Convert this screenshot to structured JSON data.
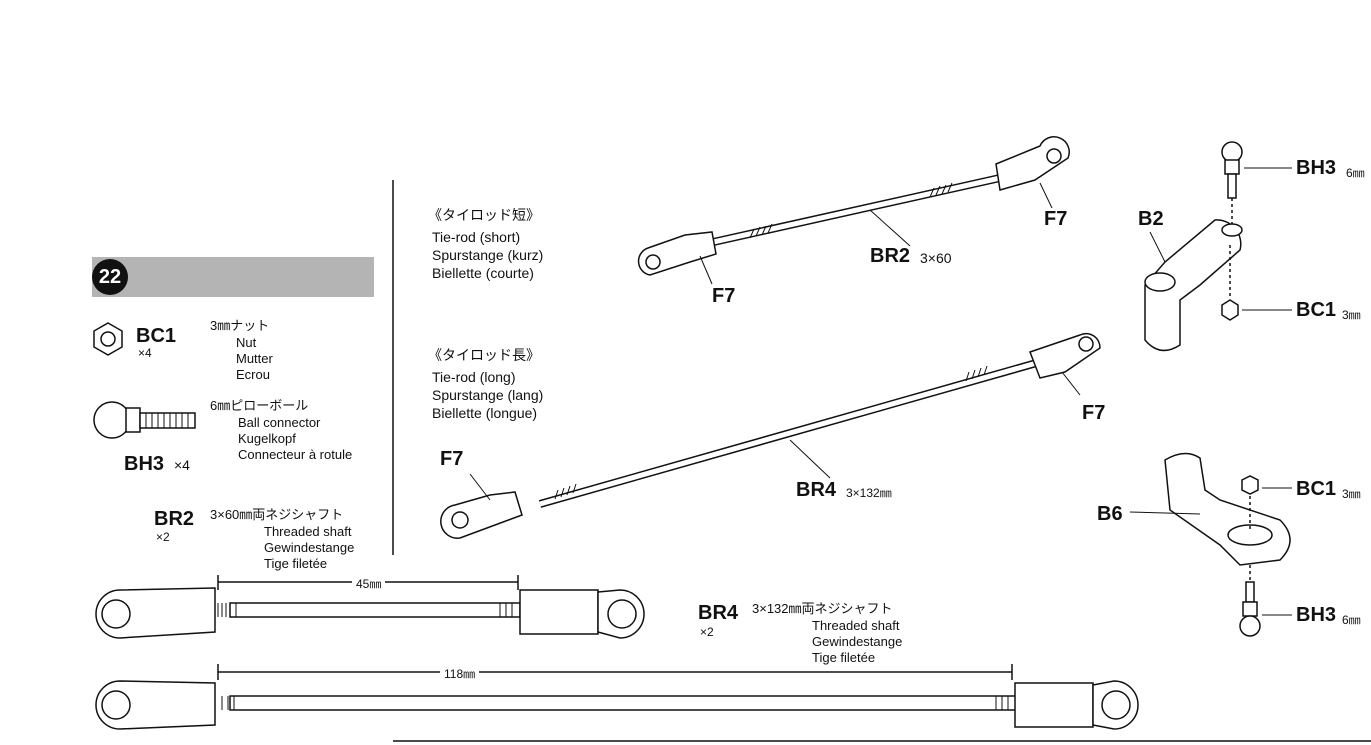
{
  "step": {
    "number": "22"
  },
  "parts": {
    "bc1": {
      "code": "BC1",
      "qty": "×4",
      "jp": "3㎜ナット",
      "en": "Nut",
      "de": "Mutter",
      "fr": "Ecrou"
    },
    "bh3": {
      "code": "BH3",
      "qty": "×4",
      "jp": "6㎜ピローボール",
      "en": "Ball connector",
      "de": "Kugelkopf",
      "fr": "Connecteur à rotule"
    },
    "br2": {
      "code": "BR2",
      "qty": "×2",
      "jp": "3×60㎜両ネジシャフト",
      "en": "Threaded shaft",
      "de": "Gewindestange",
      "fr": "Tige filetée",
      "dim": "45㎜"
    },
    "br4": {
      "code": "BR4",
      "qty": "×2",
      "jp": "3×132㎜両ネジシャフト",
      "en": "Threaded shaft",
      "de": "Gewindestange",
      "fr": "Tige filetée",
      "dim": "118㎜"
    }
  },
  "tierod_short": {
    "jp": "《タイロッド短》",
    "en": "Tie-rod (short)",
    "de": "Spurstange (kurz)",
    "fr": "Biellette (courte)",
    "rod_code": "BR2",
    "rod_size": "3×60",
    "end_left": "F7",
    "end_right": "F7"
  },
  "tierod_long": {
    "jp": "《タイロッド長》",
    "en": "Tie-rod (long)",
    "de": "Spurstange (lang)",
    "fr": "Biellette (longue)",
    "rod_code": "BR4",
    "rod_size": "3×132㎜",
    "end_left": "F7",
    "end_right": "F7"
  },
  "assembly_b2": {
    "part": "B2",
    "top_label": "BH3",
    "top_size": "6㎜",
    "bottom_label": "BC1",
    "bottom_size": "3㎜"
  },
  "assembly_b6": {
    "part": "B6",
    "top_label": "BC1",
    "top_size": "3㎜",
    "bottom_label": "BH3",
    "bottom_size": "6㎜"
  }
}
